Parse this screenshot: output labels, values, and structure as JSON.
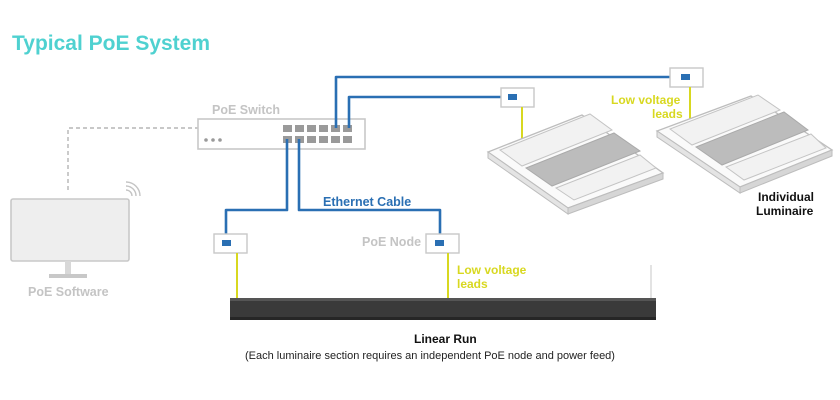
{
  "title": "Typical PoE System",
  "labels": {
    "poe_switch": "PoE Switch",
    "poe_software": "PoE Software",
    "ethernet_cable": "Ethernet Cable",
    "poe_node": "PoE Node",
    "low_voltage_top": [
      "Low voltage",
      "leads"
    ],
    "low_voltage_bottom": [
      "Low voltage",
      "leads"
    ],
    "individual_luminaire": [
      "Individual",
      "Luminaire"
    ],
    "linear_run": "Linear Run",
    "linear_run_note": "(Each luminaire section requires an independent PoE node and power feed)"
  },
  "colors": {
    "title": "#4fd1d0",
    "ethernet_cable": "#2a6fb3",
    "low_voltage_leads": "#d8d820",
    "device_outline": "#c8c8c8",
    "linear_fixture": "#3a3a3a"
  }
}
